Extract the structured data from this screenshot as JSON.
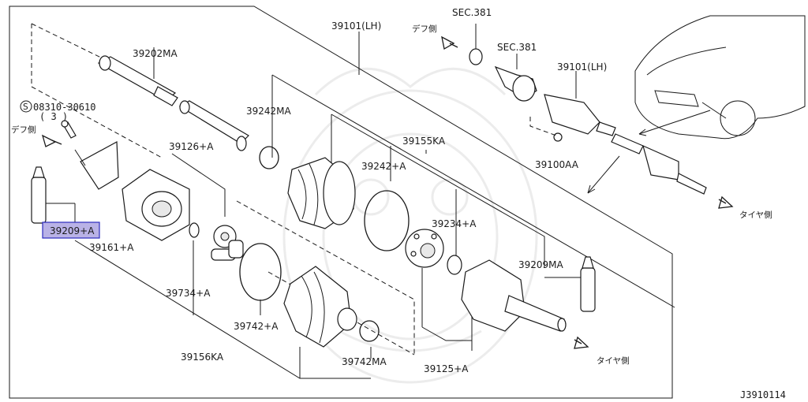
{
  "labels": {
    "p39202MA": "39202MA",
    "bolt_code": "08310-30610",
    "bolt_qty": "( 3 )",
    "bolt_circle": "S",
    "def_side_left": "デフ側",
    "p39209A": "39209+A",
    "p39161A": "39161+A",
    "p39126A": "39126+A",
    "p39242MA": "39242MA",
    "p39101_lh_top": "39101(LH)",
    "p39155KA": "39155KA",
    "p39242A": "39242+A",
    "p39234A": "39234+A",
    "p39209MA": "39209MA",
    "p39734A": "39734+A",
    "p39742A": "39742+A",
    "p39156KA": "39156KA",
    "p39742MA": "39742MA",
    "p39125A": "39125+A",
    "tire_side_bottom": "タイヤ側",
    "sec381_top": "SEC.381",
    "sec381_mid": "SEC.381",
    "def_side_top": "デフ側",
    "p39101_lh_right": "39101(LH)",
    "p39100AA": "39100AA",
    "tire_side_right": "タイヤ側",
    "diagram_id": "J3910114"
  },
  "highlight": {
    "part": "39209+A",
    "color": "#b9b2e6"
  },
  "icons": [
    "arrow-to-differential-icon",
    "arrow-to-tire-icon",
    "car-outline-icon",
    "circled-s-icon"
  ]
}
